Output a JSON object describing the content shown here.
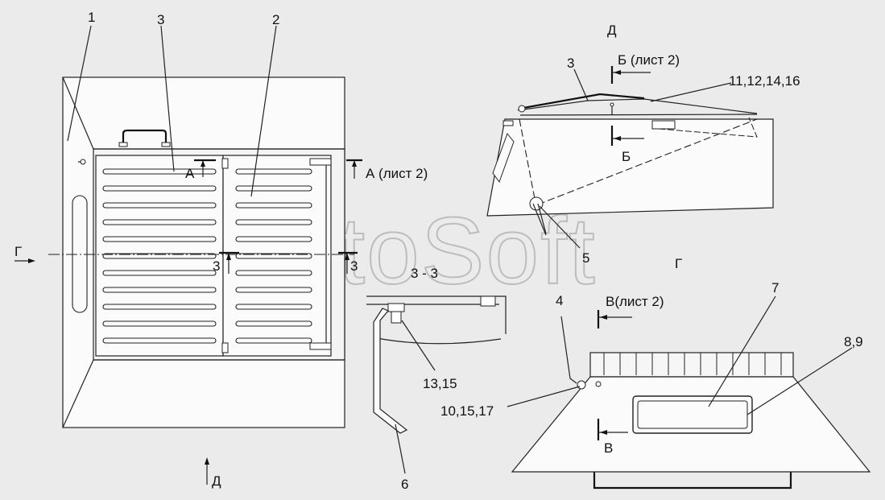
{
  "watermark": "AutoSoft",
  "labels": {
    "n1": "1",
    "n2": "2",
    "n3_left": "3",
    "n3_top": "3",
    "n4": "4",
    "n5": "5",
    "n6": "6",
    "n7": "7",
    "n89": "8,9",
    "n10": "10,15,17",
    "n11": "11,12,14,16",
    "n13": "13,15",
    "view_d": "Д",
    "view_d_bottom": "Д",
    "view_g_left": "Г",
    "view_g_right": "Г",
    "sec_a": "А",
    "sec_a_sheet": "А (лист 2)",
    "sec_b_sheet": "Б (лист 2)",
    "sec_b": "Б",
    "sec_v_sheet": "В(лист 2)",
    "sec_v": "В",
    "sec_3_left": "3",
    "sec_3_right": "3",
    "sec_33": "3 - 3"
  }
}
